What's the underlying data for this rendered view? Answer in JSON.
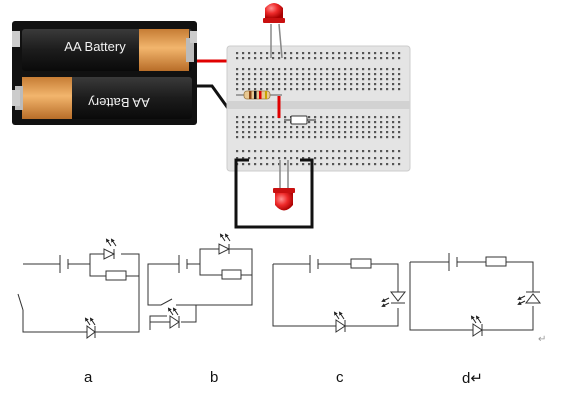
{
  "battery_pack": {
    "top_cell_label": "AA Battery",
    "bottom_cell_label": "AA Battery"
  },
  "options": [
    {
      "id": "a",
      "label": "a"
    },
    {
      "id": "b",
      "label": "b"
    },
    {
      "id": "c",
      "label": "c"
    },
    {
      "id": "d",
      "label": "d↵"
    }
  ],
  "colors": {
    "battery_case": "#111111",
    "battery_copper": "#d0924e",
    "breadboard": "#e3e3e3",
    "led_red": "#e81c1c",
    "wire_red": "#e00000",
    "wire_black": "#111111",
    "circuit_line": "#333333"
  }
}
